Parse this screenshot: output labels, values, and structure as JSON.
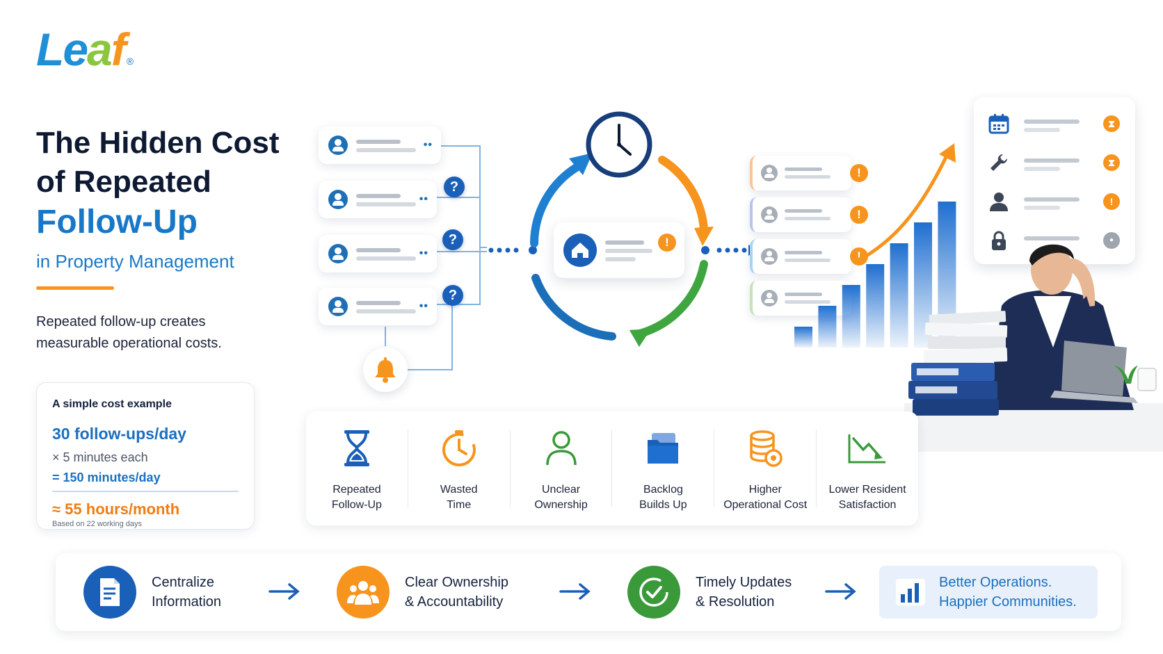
{
  "brand": {
    "logo_text": [
      "Le",
      "a",
      "f"
    ],
    "registered": "®",
    "colors": {
      "blue": "#1f8fd6",
      "green": "#8cc63f",
      "orange": "#f7941d"
    }
  },
  "title": {
    "line1": "The Hidden Cost",
    "line2": "of Repeated",
    "accent": "Follow-Up",
    "sub": "in Property Management"
  },
  "intro": "Repeated follow-up creates measurable operational costs.",
  "cost_example": {
    "heading": "A simple cost example",
    "follow_ups": "30 follow-ups/day",
    "multiplier": "× 5 minutes each",
    "per_day": "= 150 minutes/day",
    "per_month": "≈ 55 hours/month",
    "note": "Based on 22 working days"
  },
  "diagram": {
    "ticket_icon": "user-avatar-icon",
    "question_icon": "question-mark-icon",
    "question_glyph": "?",
    "alert_glyph": "!",
    "cycle_colors": [
      "#1f7fd1",
      "#f7941d",
      "#3fa63f",
      "#1b6fb8"
    ],
    "clock_icon": "clock-icon",
    "bell_icon": "bell-icon",
    "house_icon": "house-icon",
    "stack_card_colors": [
      "#f6c79b",
      "#b9c4ec",
      "#a9d2f2",
      "#c5e3b4"
    ],
    "growth_bars": [
      1,
      2,
      3,
      4,
      5,
      6,
      7
    ]
  },
  "status_panel": {
    "rows": [
      {
        "icon": "calendar-icon",
        "status": "hourglass-icon",
        "color": "#f7941d",
        "glyph": "⧗"
      },
      {
        "icon": "wrench-icon",
        "status": "hourglass-icon",
        "color": "#f7941d",
        "glyph": "⧗"
      },
      {
        "icon": "person-icon",
        "status": "alert-icon",
        "color": "#f7941d",
        "glyph": "!"
      },
      {
        "icon": "lock-icon",
        "status": "pending-icon",
        "color": "#9ea5ae",
        "glyph": "●"
      }
    ]
  },
  "impacts": [
    {
      "label": "Repeated\nFollow-Up",
      "icon": "hourglass-icon"
    },
    {
      "label": "Wasted\nTime",
      "icon": "timer-icon"
    },
    {
      "label": "Unclear\nOwnership",
      "icon": "person-outline-icon"
    },
    {
      "label": "Backlog\nBuilds Up",
      "icon": "folder-icon"
    },
    {
      "label": "Higher\nOperational Cost",
      "icon": "coins-icon"
    },
    {
      "label": "Lower Resident\nSatisfaction",
      "icon": "trend-down-icon"
    }
  ],
  "flow": {
    "steps": [
      {
        "label": "Centralize\nInformation",
        "icon": "document-icon",
        "color": "#1a5fb8"
      },
      {
        "label": "Clear Ownership\n& Accountability",
        "icon": "team-icon",
        "color": "#f7941d"
      },
      {
        "label": "Timely Updates\n& Resolution",
        "icon": "check-circle-icon",
        "color": "#3a9a3a"
      }
    ],
    "result": {
      "label": "Better Operations.\nHappier Communities.",
      "icon": "bar-chart-icon"
    },
    "arrow_color": "#1a5fb8"
  }
}
